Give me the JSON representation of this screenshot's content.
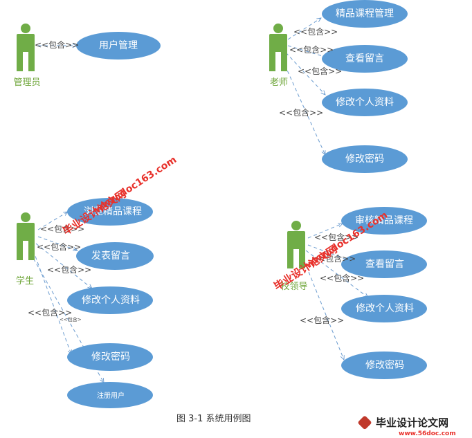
{
  "colors": {
    "usecase_fill": "#5b9bd5",
    "actor_fill": "#70ad47",
    "actor_label": "#6fa63a",
    "connector": "#6a9bcf",
    "watermark": "#e8312b"
  },
  "actors": {
    "admin": "管理员",
    "teacher": "老师",
    "student": "学生",
    "leader": "校领导"
  },
  "include_label": "<<包含>>",
  "include_label_small": "<<包含>",
  "usecases": {
    "admin_user_mgmt": "用户管理",
    "teacher_course_mgmt": "精品课程管理",
    "teacher_view_msgs": "查看留言",
    "teacher_edit_profile": "修改个人资料",
    "teacher_change_pwd": "修改密码",
    "student_browse": "浏览精品课程",
    "student_post_msg": "发表留言",
    "student_edit_profile": "修改个人资料",
    "student_change_pwd": "修改密码",
    "student_register": "注册用户",
    "leader_review": "审核精品课程",
    "leader_view_msgs": "查看留言",
    "leader_edit_profile": "修改个人资料",
    "leader_change_pwd": "修改密码"
  },
  "caption": "图 3-1  系统用例图",
  "watermark": {
    "site_name": "毕业设计论文网",
    "site_url": "www.doc163.com",
    "corner_logo": "毕业设计论文网",
    "corner_url": "www.56doc.com"
  }
}
